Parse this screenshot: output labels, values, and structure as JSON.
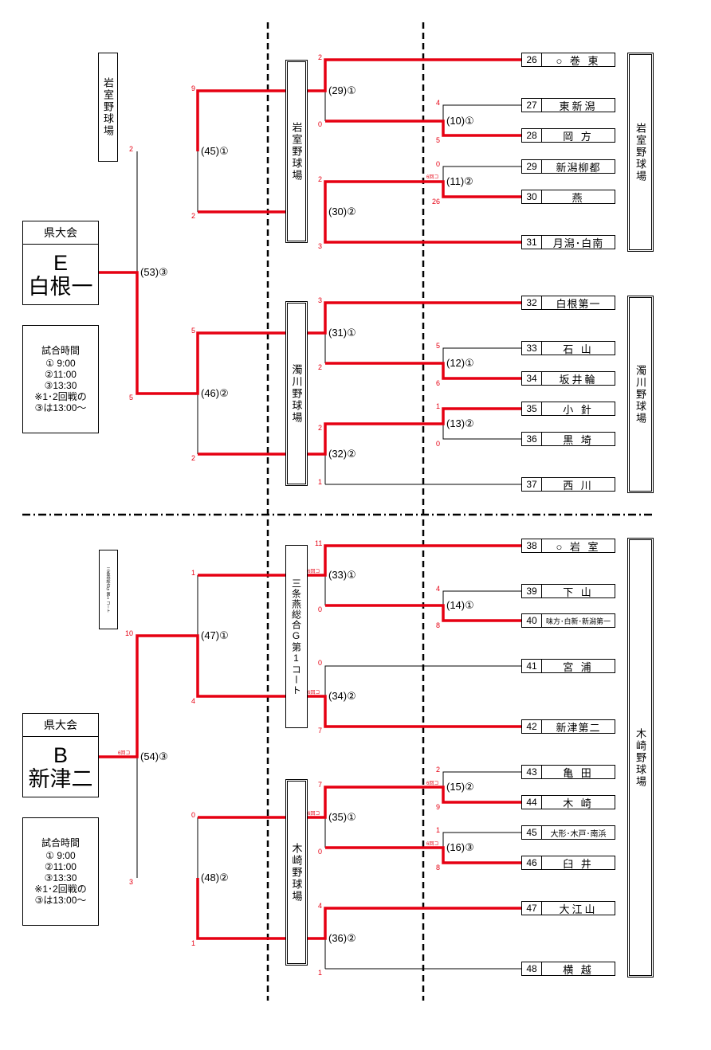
{
  "colors": {
    "win_line": "#e60012",
    "line": "#000000"
  },
  "blocks": [
    {
      "pref_label": "県大会",
      "seed_letter": "E",
      "seed_team": "白根一",
      "time_title": "試合時間",
      "time_lines": [
        "① 9:00",
        "②11:00",
        "③13:30",
        "※1･2回戦の",
        "③は13:00～"
      ],
      "left_venue": "岩室野球場"
    },
    {
      "pref_label": "県大会",
      "seed_letter": "B",
      "seed_team": "新津二",
      "time_title": "試合時間",
      "time_lines": [
        "① 9:00",
        "②11:00",
        "③13:30",
        "※1･2回戦の",
        "③は13:00～"
      ],
      "left_venue": "三条燕総合G第1コート"
    }
  ],
  "center_venues": [
    "岩室野球場",
    "濁川野球場",
    "三条燕総合G第1コート",
    "木崎野球場"
  ],
  "right_venues": [
    "岩室野球場",
    "濁川野球場",
    "木崎野球場"
  ],
  "teams": [
    {
      "num": "26",
      "name": "○ 巻 東"
    },
    {
      "num": "27",
      "name": "東新潟"
    },
    {
      "num": "28",
      "name": "岡 方"
    },
    {
      "num": "29",
      "name": "新潟柳都"
    },
    {
      "num": "30",
      "name": "燕"
    },
    {
      "num": "31",
      "name": "月潟･白南"
    },
    {
      "num": "32",
      "name": "白根第一"
    },
    {
      "num": "33",
      "name": "石 山"
    },
    {
      "num": "34",
      "name": "坂井輪"
    },
    {
      "num": "35",
      "name": "小 針"
    },
    {
      "num": "36",
      "name": "黒 埼"
    },
    {
      "num": "37",
      "name": "西 川"
    },
    {
      "num": "38",
      "name": "○ 岩 室"
    },
    {
      "num": "39",
      "name": "下 山"
    },
    {
      "num": "40",
      "name": "味方･白新･新潟第一"
    },
    {
      "num": "41",
      "name": "宮 浦"
    },
    {
      "num": "42",
      "name": "新津第二"
    },
    {
      "num": "43",
      "name": "亀 田"
    },
    {
      "num": "44",
      "name": "木 崎"
    },
    {
      "num": "45",
      "name": "大形･木戸･南浜"
    },
    {
      "num": "46",
      "name": "臼 井"
    },
    {
      "num": "47",
      "name": "大江山"
    },
    {
      "num": "48",
      "name": "横 越"
    }
  ],
  "matches": [
    {
      "label": "(10)①"
    },
    {
      "label": "(11)②"
    },
    {
      "label": "(12)①"
    },
    {
      "label": "(13)②"
    },
    {
      "label": "(14)①"
    },
    {
      "label": "(15)②"
    },
    {
      "label": "(16)③"
    },
    {
      "label": "(29)①"
    },
    {
      "label": "(30)②"
    },
    {
      "label": "(31)①"
    },
    {
      "label": "(32)②"
    },
    {
      "label": "(33)①"
    },
    {
      "label": "(34)②"
    },
    {
      "label": "(35)①"
    },
    {
      "label": "(36)②"
    },
    {
      "label": "(45)①"
    },
    {
      "label": "(46)②"
    },
    {
      "label": "(47)①"
    },
    {
      "label": "(48)②"
    },
    {
      "label": "(53)③"
    },
    {
      "label": "(54)③"
    }
  ],
  "scores": [
    "2",
    "0",
    "2",
    "3",
    "4",
    "5",
    "0",
    "26",
    "9",
    "2",
    "3",
    "2",
    "5",
    "6",
    "1",
    "0",
    "5",
    "2",
    "2",
    "1",
    "2",
    "5",
    "11",
    "0",
    "0",
    "7",
    "4",
    "8",
    "2",
    "9",
    "1",
    "8",
    "7",
    "0",
    "4",
    "1",
    "1",
    "4",
    "10",
    "0",
    "3",
    "6回コ"
  ]
}
